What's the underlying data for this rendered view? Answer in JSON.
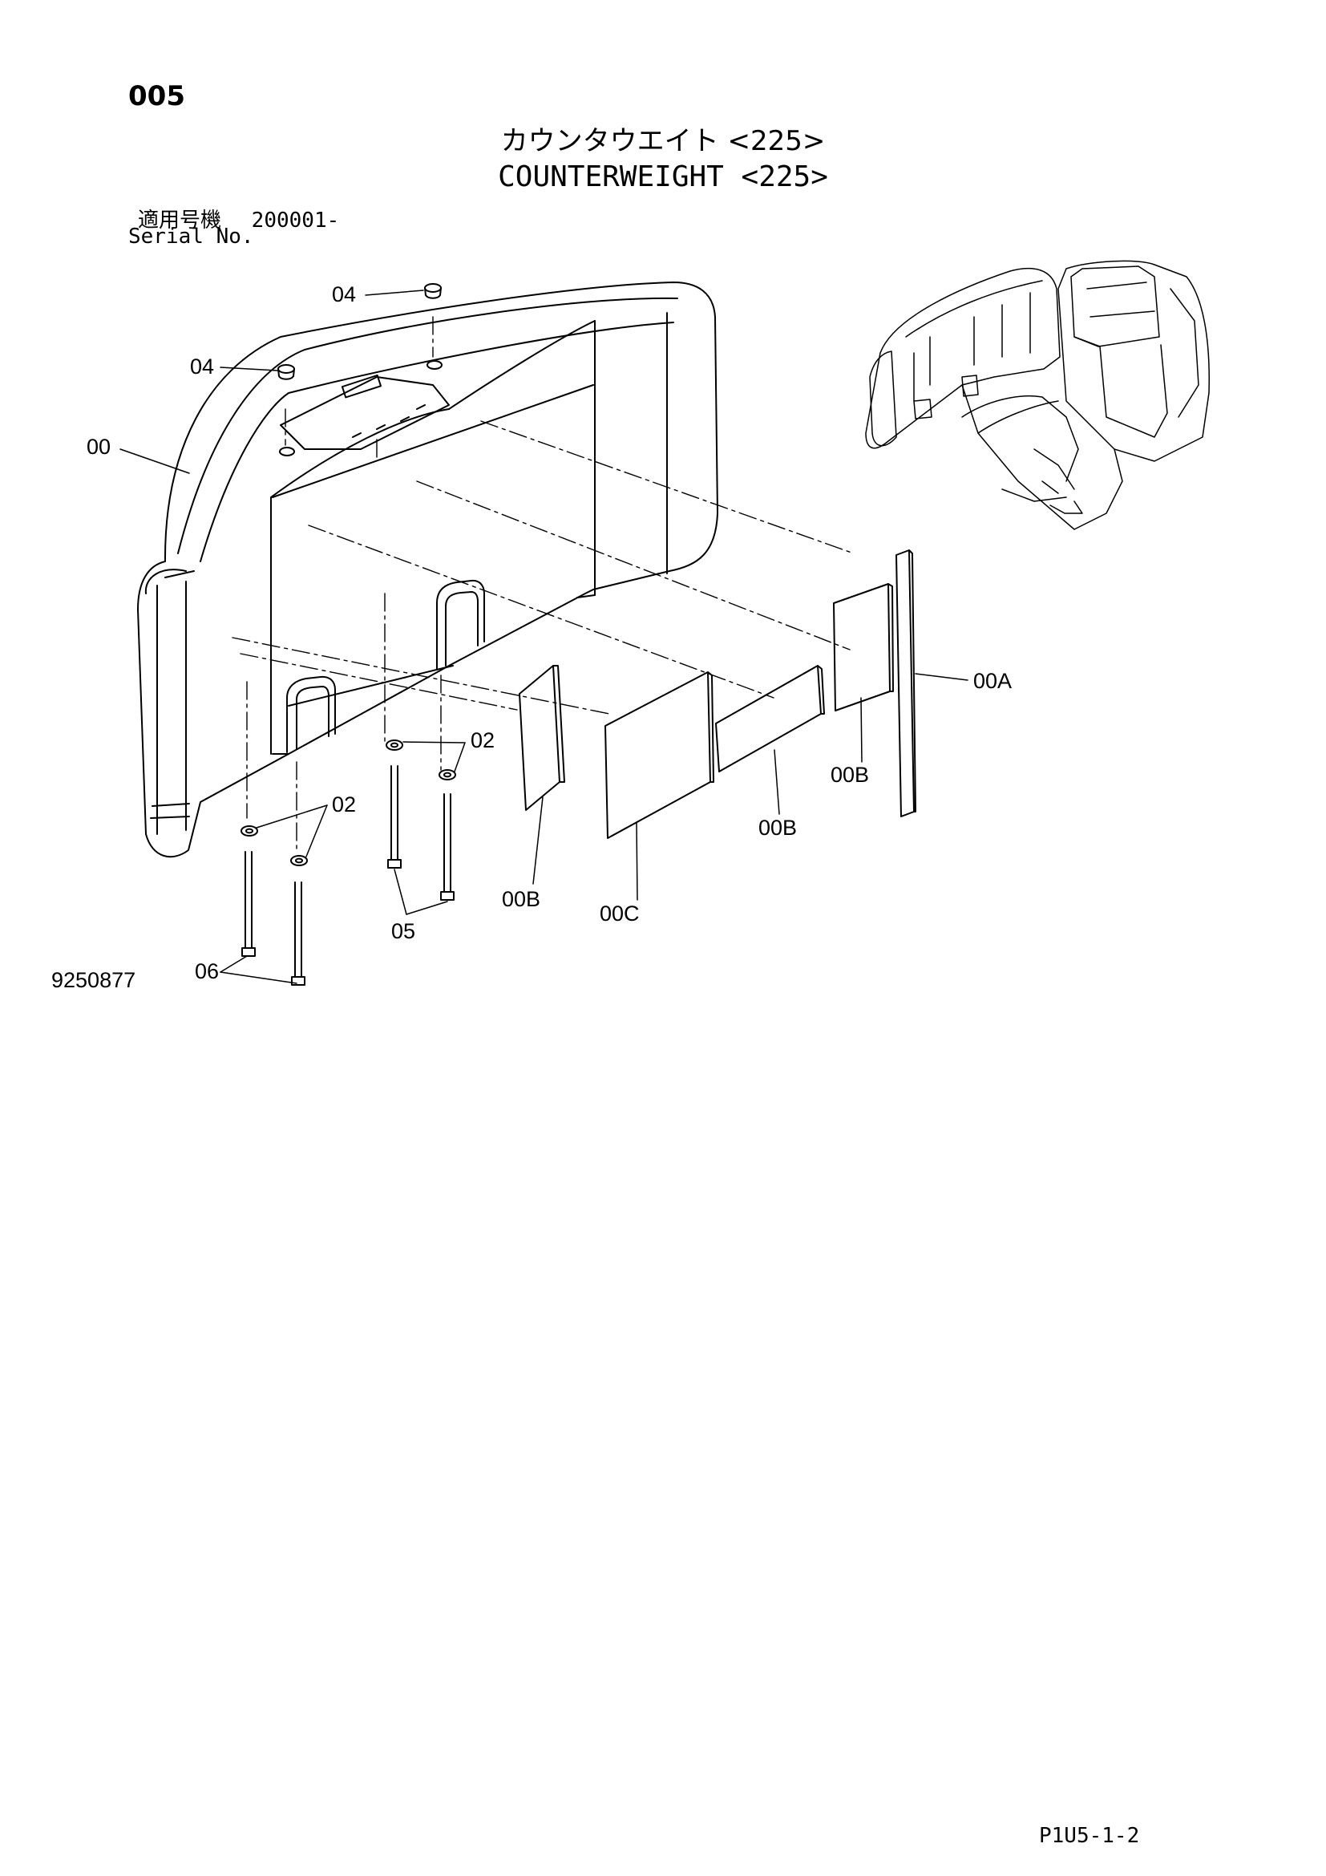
{
  "header": {
    "page_number": "005",
    "title_jp": "カウンタウエイト <225>",
    "title_en": "COUNTERWEIGHT <225>",
    "serial_label_jp": "適用号機",
    "serial_value": "200001-",
    "serial_label_en": "Serial No."
  },
  "callouts": {
    "c04_top": "04",
    "c04_left": "04",
    "c00": "00",
    "c02_right": "02",
    "c02_left": "02",
    "c05": "05",
    "c06": "06",
    "c00B_1": "00B",
    "c00C": "00C",
    "c00B_2": "00B",
    "c00B_3": "00B",
    "c00A": "00A"
  },
  "footer": {
    "figure_number": "9250877",
    "page_code": "P1U5-1-2"
  }
}
